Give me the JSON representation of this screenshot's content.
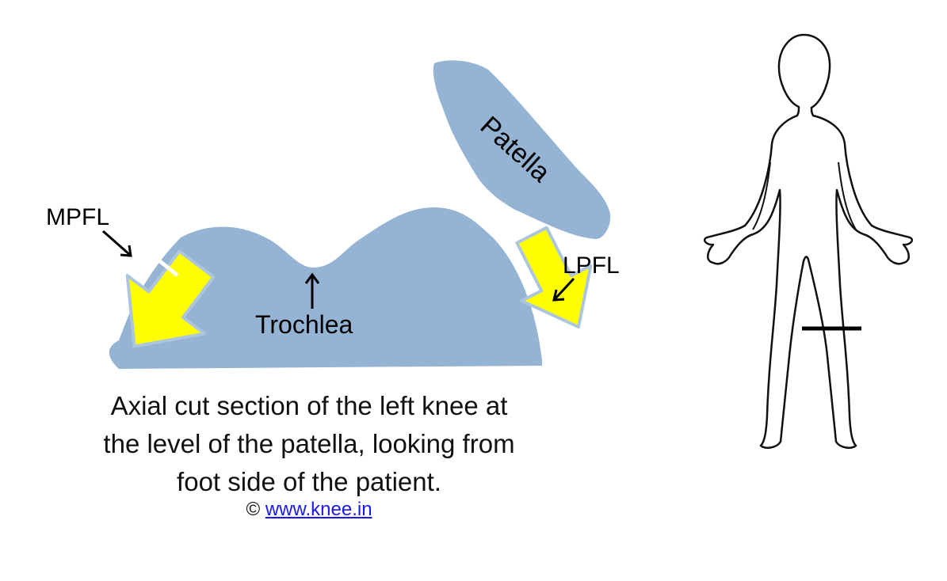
{
  "labels": {
    "patella": "Patella",
    "trochlea": "Trochlea",
    "mpfl": "MPFL",
    "lpfl": "LPFL"
  },
  "caption": {
    "line1": "Axial cut section of the left knee at",
    "line2": "the level of the patella, looking from",
    "line3": "foot side of the patient."
  },
  "copyright": {
    "symbol": "©",
    "link_text": "www.knee.in"
  },
  "colors": {
    "bone": "#95b3d3",
    "arrow_fill": "#ffff00",
    "arrow_outline": "#aec6dd",
    "outline": "#000000"
  }
}
